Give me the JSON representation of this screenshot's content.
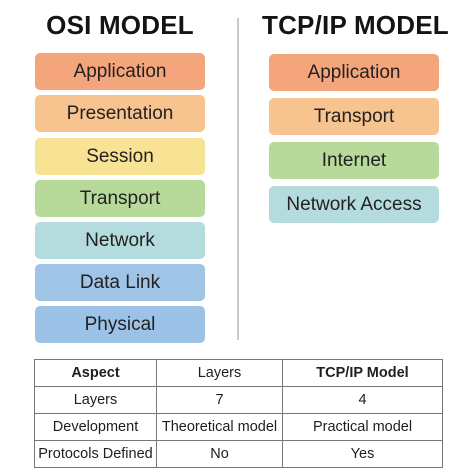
{
  "osi": {
    "title": "OSI MODEL",
    "layers": [
      {
        "label": "Application",
        "color": "#f4a57b"
      },
      {
        "label": "Presentation",
        "color": "#f7c38f"
      },
      {
        "label": "Session",
        "color": "#f8e294"
      },
      {
        "label": "Transport",
        "color": "#b7d99a"
      },
      {
        "label": "Network",
        "color": "#b4dbdd"
      },
      {
        "label": "Data Link",
        "color": "#9fc4e6"
      },
      {
        "label": "Physical",
        "color": "#9cc2e8"
      }
    ]
  },
  "tcpip": {
    "title": "TCP/IP MODEL",
    "layers": [
      {
        "label": "Application",
        "color": "#f4a57b"
      },
      {
        "label": "Transport",
        "color": "#f7c38f"
      },
      {
        "label": "Internet",
        "color": "#b7d99a"
      },
      {
        "label": "Network Access",
        "color": "#b4dbdd"
      }
    ]
  },
  "comparison": {
    "headers": [
      "Aspect",
      "Layers",
      "TCP/IP Model"
    ],
    "rows": [
      [
        "Layers",
        "7",
        "4"
      ],
      [
        "Development",
        "Theoretical model",
        "Practical model"
      ],
      [
        "Protocols Defined",
        "No",
        "Yes"
      ]
    ]
  }
}
